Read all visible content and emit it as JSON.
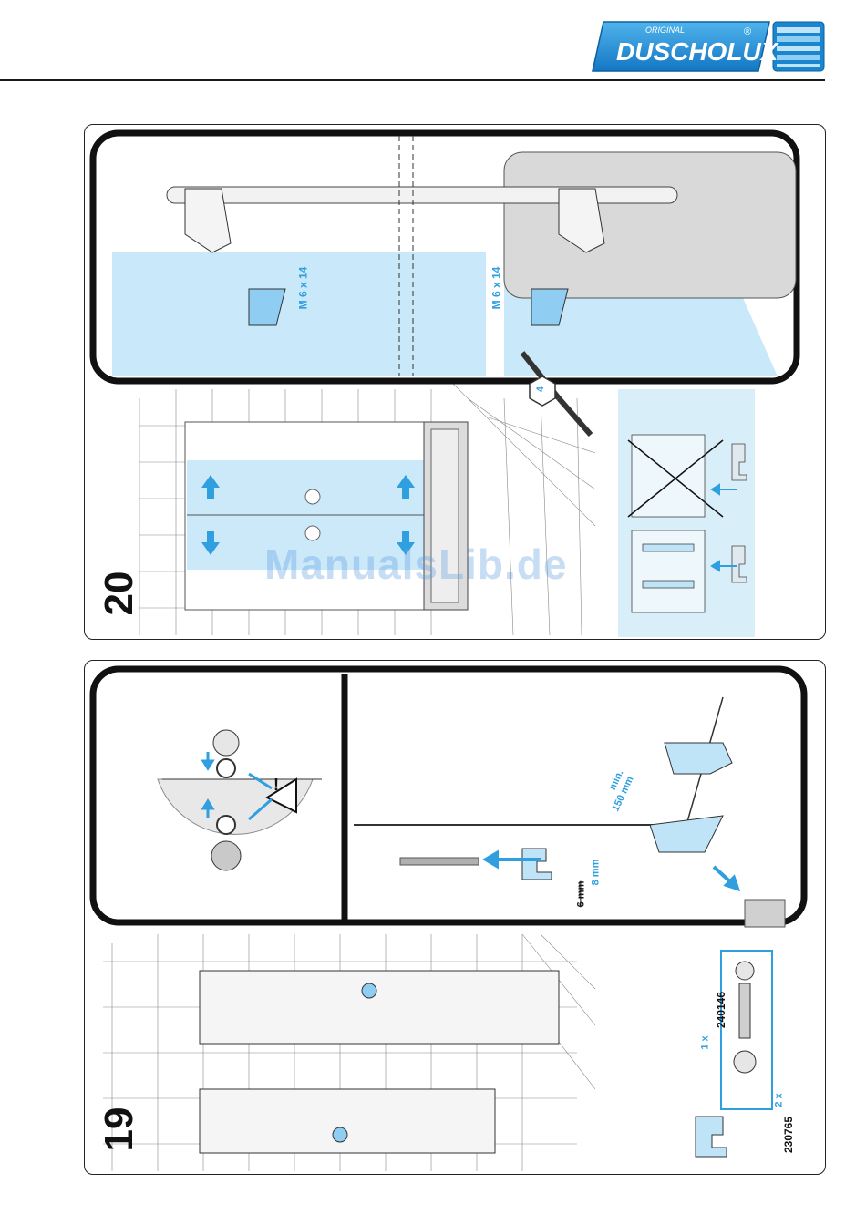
{
  "header": {
    "brand_small": "ORIGINAL",
    "brand_name": "DUSCHOLUX",
    "brand_registered": "®"
  },
  "step20": {
    "number": "20",
    "screw_label_left": "M 6 x 14",
    "screw_label_right": "M 6 x 14",
    "hex_key_size": "4"
  },
  "step19": {
    "number": "19",
    "min_distance": "min.",
    "min_distance_value": "150 mm",
    "profile_width": "8 mm",
    "profile_wrong": "6 mm",
    "part1_qty": "1 x",
    "part1_code": "240146",
    "part2_qty": "2 x",
    "part2_code": "230765",
    "warning_mark": "!"
  },
  "watermark": "ManualsLib.de",
  "colors": {
    "accent_blue": "#2f9fe0",
    "glass_blue": "#bfe4f8",
    "brand_blue": "#1e8fd8",
    "line": "#222222"
  }
}
